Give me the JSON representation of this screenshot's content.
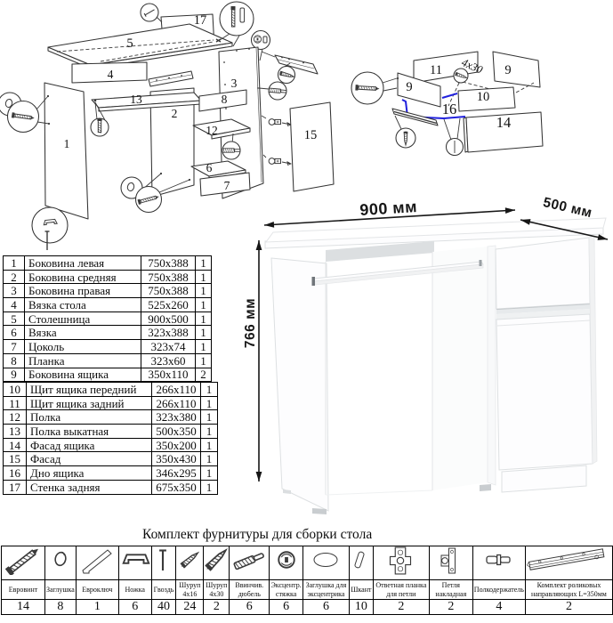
{
  "exploded_desk": {
    "labels": {
      "p1": "1",
      "p2": "2",
      "p3": "3",
      "p4": "4",
      "p5": "5",
      "p6": "6",
      "p7": "7",
      "p8": "8",
      "p12": "12",
      "p13": "13",
      "p15": "15",
      "p17": "17"
    }
  },
  "exploded_drawer": {
    "labels": {
      "p9l": "9",
      "p9r": "9",
      "p10": "10",
      "p11": "11",
      "p14": "14",
      "p16": "16"
    },
    "screw_note": "4x30"
  },
  "desk_render": {
    "width_label": "900 мм",
    "depth_label": "500 мм",
    "height_label": "766 мм"
  },
  "parts_table": {
    "rows": [
      {
        "num": "1",
        "name": "Боковина левая",
        "size": "750x388",
        "qty": "1"
      },
      {
        "num": "2",
        "name": "Боковина средняя",
        "size": "750x388",
        "qty": "1"
      },
      {
        "num": "3",
        "name": "Боковина правая",
        "size": "750x388",
        "qty": "1"
      },
      {
        "num": "4",
        "name": "Вязка стола",
        "size": "525x260",
        "qty": "1"
      },
      {
        "num": "5",
        "name": "Столешница",
        "size": "900x500",
        "qty": "1"
      },
      {
        "num": "6",
        "name": "Вязка",
        "size": "323x388",
        "qty": "1"
      },
      {
        "num": "7",
        "name": "Цоколь",
        "size": "323x74",
        "qty": "1"
      },
      {
        "num": "8",
        "name": "Планка",
        "size": "323x60",
        "qty": "1"
      },
      {
        "num": "9",
        "name": "Боковина ящика",
        "size": "350x110",
        "qty": "2"
      },
      {
        "num": "10",
        "name": "Щит ящика передний",
        "size": "266x110",
        "qty": "1"
      },
      {
        "num": "11",
        "name": "Щит ящика задний",
        "size": "266x110",
        "qty": "1"
      },
      {
        "num": "12",
        "name": "Полка",
        "size": "323x380",
        "qty": "1"
      },
      {
        "num": "13",
        "name": "Полка выкатная",
        "size": "500x350",
        "qty": "1"
      },
      {
        "num": "14",
        "name": "Фасад ящика",
        "size": "350x200",
        "qty": "1"
      },
      {
        "num": "15",
        "name": "Фасад",
        "size": "350x430",
        "qty": "1"
      },
      {
        "num": "16",
        "name": "Дно ящика",
        "size": "346x295",
        "qty": "1"
      },
      {
        "num": "17",
        "name": "Стенка задняя",
        "size": "675x350",
        "qty": "1"
      }
    ]
  },
  "hardware": {
    "title": "Комплект фурнитуры для сборки стола",
    "items": [
      {
        "name": "Евровинт",
        "qty": "14",
        "icon": "confirmat-screw-icon"
      },
      {
        "name": "Заглушка",
        "qty": "8",
        "icon": "cap-icon"
      },
      {
        "name": "Евроключ",
        "qty": "1",
        "icon": "hex-key-icon"
      },
      {
        "name": "Ножка",
        "qty": "6",
        "icon": "foot-icon"
      },
      {
        "name": "Гвоздь",
        "qty": "40",
        "icon": "nail-icon"
      },
      {
        "name": "Шуруп 4x16",
        "qty": "24",
        "icon": "screw-4x16-icon"
      },
      {
        "name": "Шуруп 4x30",
        "qty": "2",
        "icon": "screw-4x30-icon"
      },
      {
        "name": "Ввинчив. дюбель",
        "qty": "6",
        "icon": "screw-in-dowel-icon"
      },
      {
        "name": "Эксцентр. стяжка",
        "qty": "6",
        "icon": "cam-lock-icon"
      },
      {
        "name": "Заглушка для эксцентрика",
        "qty": "6",
        "icon": "cam-cap-icon"
      },
      {
        "name": "Шкант",
        "qty": "10",
        "icon": "wooden-dowel-icon"
      },
      {
        "name": "Ответная планка для петли",
        "qty": "2",
        "icon": "hinge-plate-icon"
      },
      {
        "name": "Петля накладная",
        "qty": "2",
        "icon": "hinge-icon"
      },
      {
        "name": "Полкодержатель",
        "qty": "4",
        "icon": "shelf-pin-icon"
      },
      {
        "name": "Комплект роликовых направляющих L=350мм",
        "qty": "2",
        "icon": "roller-slides-icon"
      }
    ]
  },
  "colors": {
    "highlight_blue": "#2121dd",
    "line": "#3a3a3a"
  }
}
